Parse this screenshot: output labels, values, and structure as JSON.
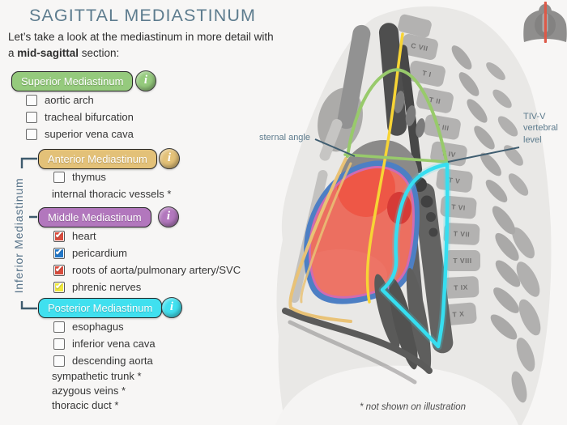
{
  "header": {
    "title": "SAGITTAL MEDIASTINUM"
  },
  "intro": {
    "line1": "Let’s take a look at the mediastinum in more detail with",
    "line2_prefix": "a ",
    "line2_bold": "mid-sagittal",
    "line2_suffix": " section:"
  },
  "info_icon_glyph": "i",
  "inferior_label": "Inferior Mediastinum",
  "sections": [
    {
      "label": "Superior Mediastinum",
      "color": "#95ca7d",
      "items": [
        {
          "label": "aortic arch",
          "checked": false
        },
        {
          "label": "tracheal bifurcation",
          "checked": false
        },
        {
          "label": "superior vena cava",
          "checked": false
        }
      ],
      "notes": []
    },
    {
      "label": "Anterior Mediastinum",
      "color": "#e3c178",
      "items": [
        {
          "label": "thymus",
          "checked": false
        }
      ],
      "notes": [
        "internal thoracic vessels *"
      ]
    },
    {
      "label": "Middle Mediastinum",
      "color": "#b277bd",
      "items": [
        {
          "label": "heart",
          "checked": true,
          "check_color": "#d94c3d"
        },
        {
          "label": "pericardium",
          "checked": true,
          "check_color": "#2277c8"
        },
        {
          "label": "roots of aorta/pulmonary artery/SVC",
          "checked": true,
          "check_color": "#d94c3d"
        },
        {
          "label": "phrenic nerves",
          "checked": true,
          "check_color": "#f0e93c"
        }
      ],
      "notes": []
    },
    {
      "label": "Posterior Mediastinum",
      "color": "#40e0ef",
      "items": [
        {
          "label": "esophagus",
          "checked": false
        },
        {
          "label": "inferior vena cava",
          "checked": false
        },
        {
          "label": "descending aorta",
          "checked": false
        }
      ],
      "notes": [
        "sympathetic trunk *",
        "azygous veins *",
        "thoracic duct *"
      ]
    }
  ],
  "illustration": {
    "vertebrae": [
      "C VII",
      "T I",
      "T II",
      "T III",
      "T IV",
      "T V",
      "T VI",
      "T VII",
      "T VIII",
      "T IX",
      "T X"
    ],
    "labels": {
      "sternal_angle": "sternal angle",
      "vertebral_level_lines": [
        "TIV-V",
        "vertebral",
        "level"
      ]
    },
    "footnote": "* not shown on illustration",
    "colors": {
      "superior_outline": "#98ca6b",
      "anterior_outline": "#e9c276",
      "phrenic_line": "#f7d435",
      "middle_outline": "#d06bb2",
      "pericardium_outline": "#4d7fc4",
      "posterior_outline": "#36def0",
      "heart": "#ec6f60",
      "sagittal_plane_line": "#dd5948"
    }
  }
}
